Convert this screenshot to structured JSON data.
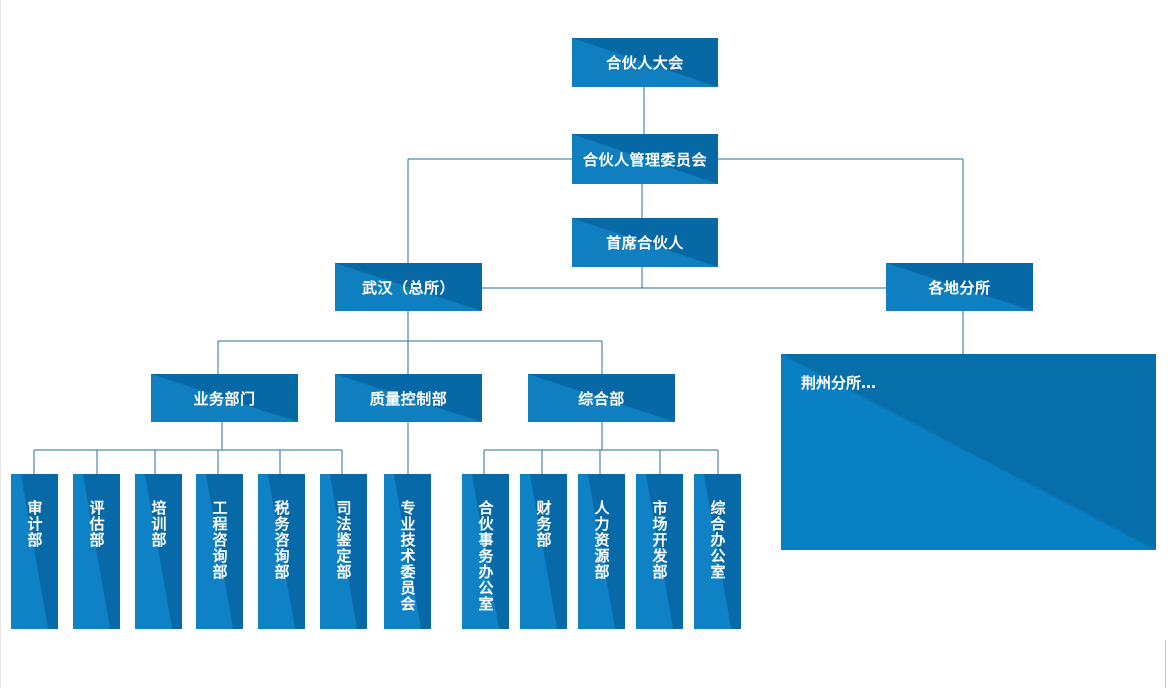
{
  "org": {
    "top": "合伙人大会",
    "committee": "合伙人管理委员会",
    "chief": "首席合伙人",
    "head_office": "武汉（总所）",
    "branches": "各地分所",
    "branch_list": "荆州分所…",
    "dept_business": "业务部门",
    "dept_quality": "质量控制部",
    "dept_general": "综合部",
    "business_units": [
      "审计部",
      "评估部",
      "培训部",
      "工程咨询部",
      "税务咨询部",
      "司法鉴定部"
    ],
    "quality_units": [
      "专业技术委员会"
    ],
    "general_units": [
      "合伙事务办公室",
      "财务部",
      "人力资源部",
      "市场开发部",
      "综合办公室"
    ]
  },
  "colors": {
    "box_light": "#0f7fbf",
    "box_dark": "#0768a6",
    "connector": "#2a6fa0"
  }
}
